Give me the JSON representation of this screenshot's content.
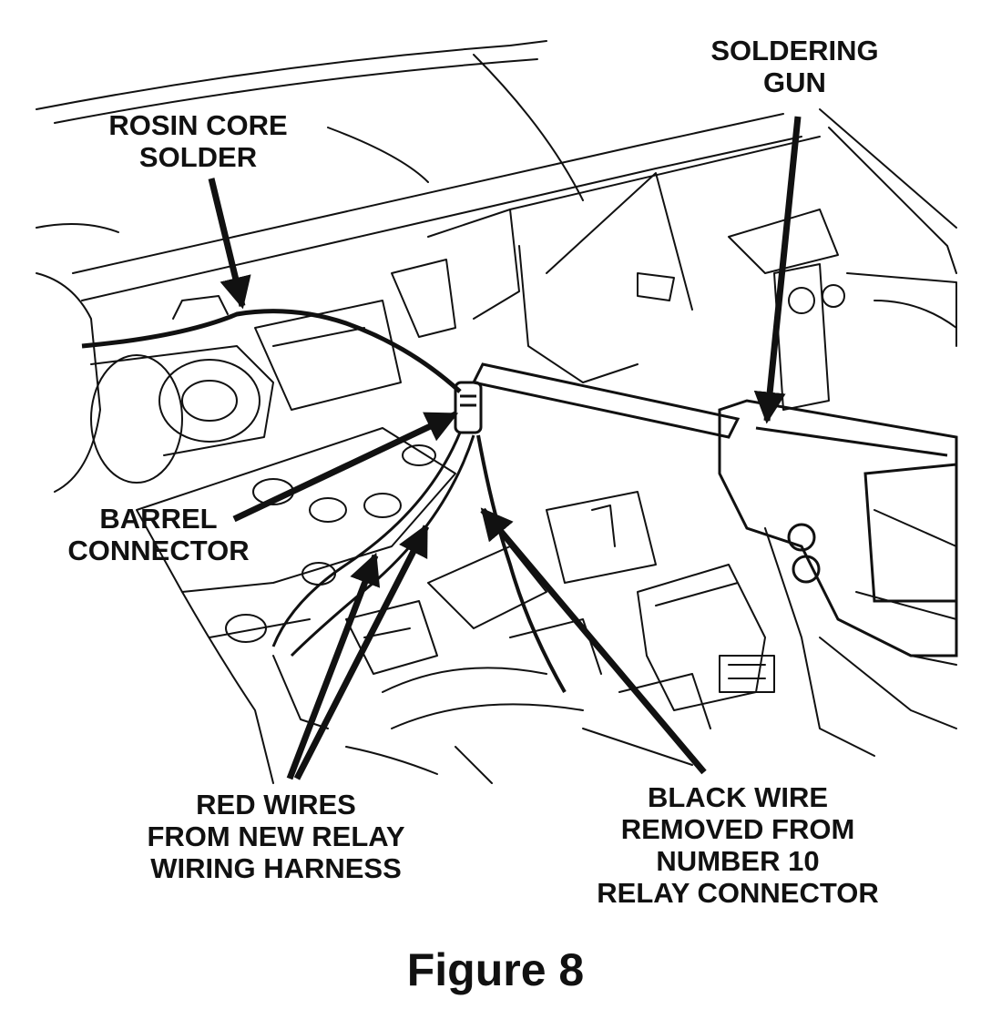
{
  "labels": {
    "rosin_core_solder": [
      "ROSIN CORE",
      "SOLDER"
    ],
    "soldering_gun": [
      "SOLDERING",
      "GUN"
    ],
    "barrel_connector": [
      "BARREL",
      "CONNECTOR"
    ],
    "red_wires": [
      "RED WIRES",
      "FROM NEW RELAY",
      "WIRING HARNESS"
    ],
    "black_wire": [
      "BLACK WIRE",
      "REMOVED FROM",
      "NUMBER 10",
      "RELAY CONNECTOR"
    ]
  },
  "figure_title": "Figure 8",
  "colors": {
    "ink": "#111111",
    "background": "#ffffff"
  }
}
